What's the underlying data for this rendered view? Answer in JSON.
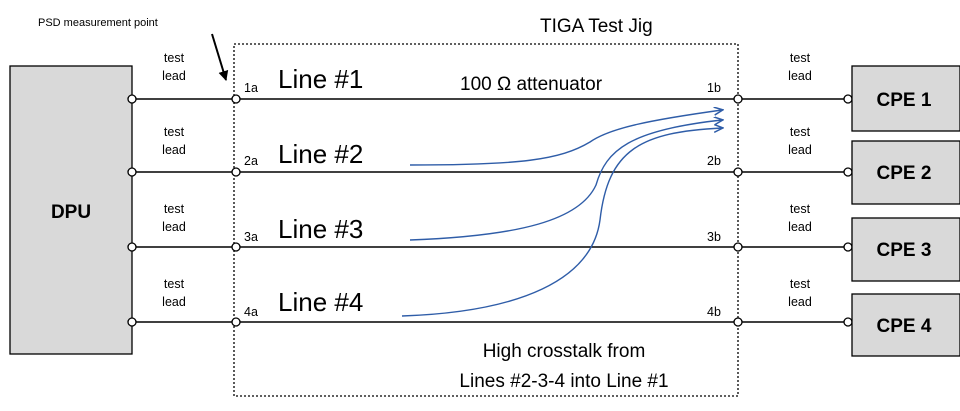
{
  "measurement_point_label": "PSD measurement point",
  "jig_title": "TIGA Test Jig",
  "dpu_label": "DPU",
  "test_lead_line1": "test",
  "test_lead_line2": "lead",
  "attenuator_label": "100 Ω attenuator",
  "lines": [
    {
      "name": "Line #1",
      "left_port": "1a",
      "right_port": "1b",
      "cpe": "CPE 1"
    },
    {
      "name": "Line #2",
      "left_port": "2a",
      "right_port": "2b",
      "cpe": "CPE 2"
    },
    {
      "name": "Line #3",
      "left_port": "3a",
      "right_port": "3b",
      "cpe": "CPE 3"
    },
    {
      "name": "Line #4",
      "left_port": "4a",
      "right_port": "4b",
      "cpe": "CPE 4"
    }
  ],
  "crosstalk_caption_line1": "High crosstalk from",
  "crosstalk_caption_line2": "Lines #2-3-4 into Line #1",
  "colors": {
    "box_fill": "#d9d9d9",
    "crosstalk_arrow": "#2f5da8",
    "line": "#000000"
  }
}
